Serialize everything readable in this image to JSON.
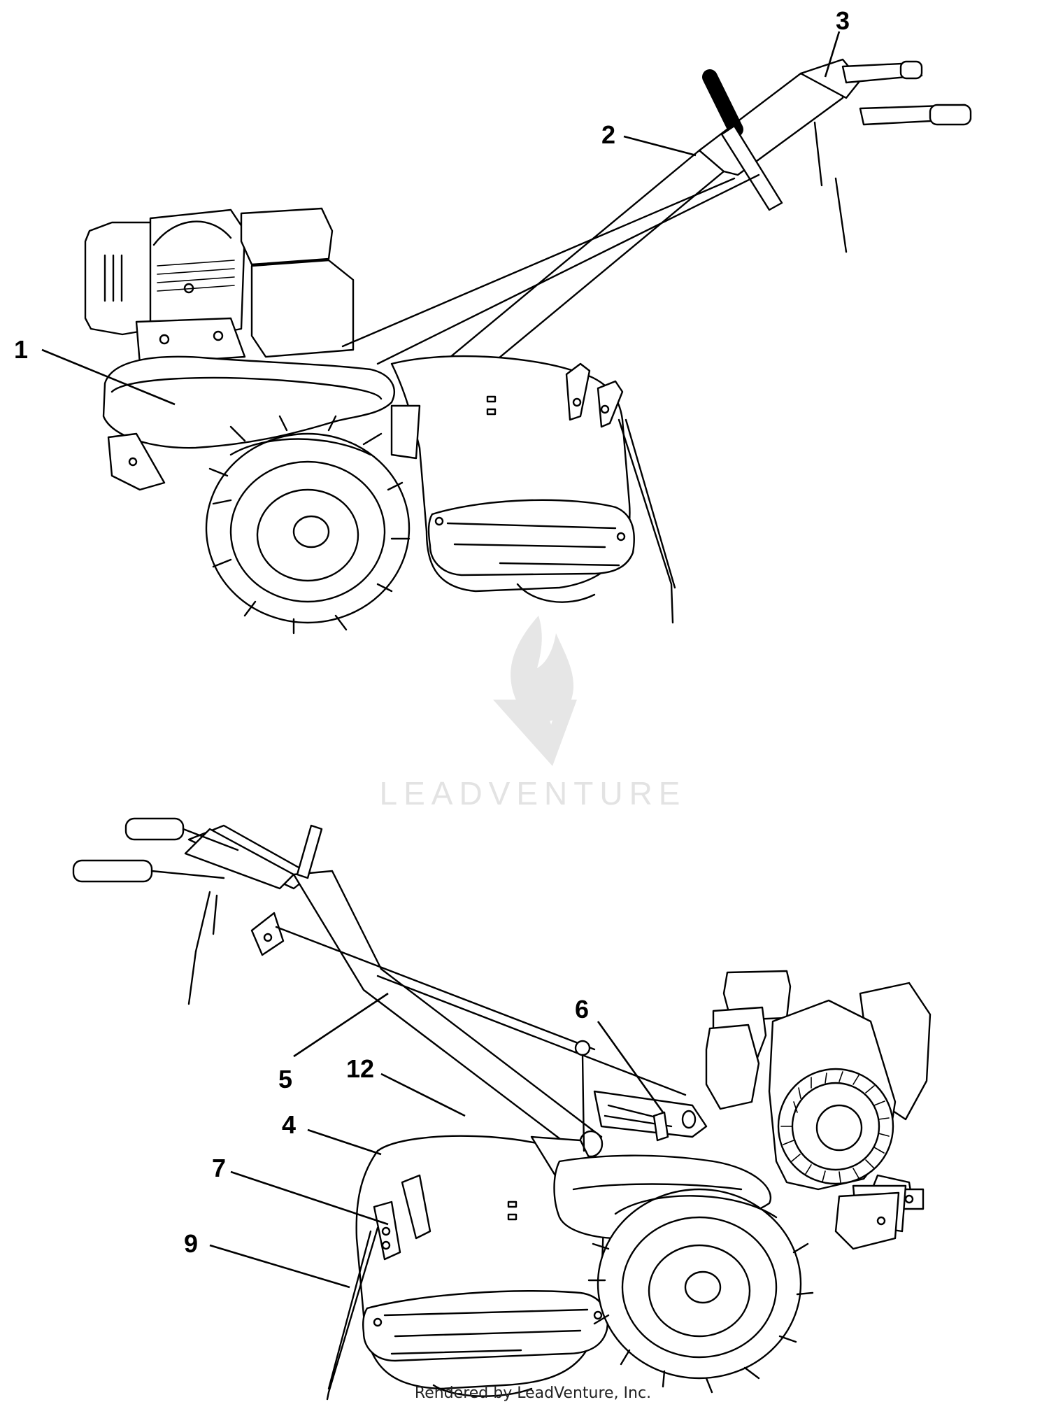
{
  "diagram": {
    "callouts": [
      {
        "id": "1",
        "label": "1"
      },
      {
        "id": "2",
        "label": "2"
      },
      {
        "id": "3",
        "label": "3"
      },
      {
        "id": "4",
        "label": "4"
      },
      {
        "id": "5",
        "label": "5"
      },
      {
        "id": "6",
        "label": "6"
      },
      {
        "id": "7",
        "label": "7"
      },
      {
        "id": "9",
        "label": "9"
      },
      {
        "id": "12",
        "label": "12"
      }
    ]
  },
  "watermark": {
    "brand": "LEADVENTURE",
    "logo_icon": "flame-v-logo-icon"
  },
  "footer": {
    "text": "Rendered by LeadVenture, Inc."
  }
}
